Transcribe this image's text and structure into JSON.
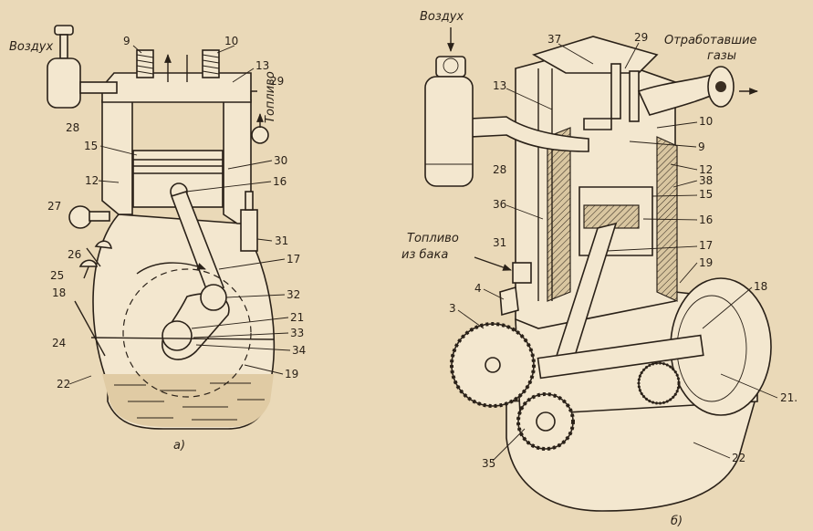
{
  "left_figure": {
    "caption": "а)",
    "labels": {
      "air": "Воздух",
      "fuel": "Топливо"
    },
    "callouts": [
      "9",
      "10",
      "13",
      "29",
      "28",
      "15",
      "30",
      "12",
      "16",
      "27",
      "26",
      "31",
      "25",
      "17",
      "18",
      "32",
      "21",
      "33",
      "24",
      "34",
      "22",
      "19"
    ]
  },
  "right_figure": {
    "caption": "б)",
    "labels": {
      "air": "Воздух",
      "exhaust_line1": "Отработавшие",
      "exhaust_line2": "газы",
      "fuel_line1": "Топливо",
      "fuel_line2": "из бака"
    },
    "callouts": [
      "37",
      "29",
      "13",
      "10",
      "9",
      "28",
      "12",
      "38",
      "15",
      "36",
      "16",
      "31",
      "17",
      "19",
      "4",
      "18",
      "3",
      "21.",
      "22",
      "35"
    ]
  }
}
